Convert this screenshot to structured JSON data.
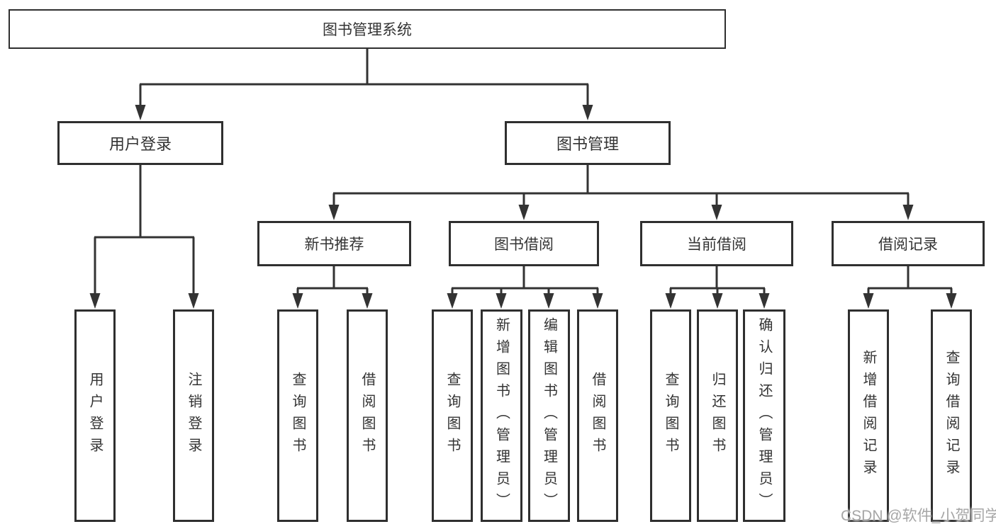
{
  "nodes": {
    "root": {
      "label": "图书管理系统"
    },
    "branches": [
      {
        "label": "用户登录",
        "children": [
          {
            "label": "用户登录"
          },
          {
            "label": "注销登录"
          }
        ]
      },
      {
        "label": "图书管理",
        "sections": [
          {
            "label": "新书推荐",
            "children": [
              {
                "label": "查询图书"
              },
              {
                "label": "借阅图书"
              }
            ]
          },
          {
            "label": "图书借阅",
            "children": [
              {
                "label": "查询图书"
              },
              {
                "label": "新增图书（管理员）"
              },
              {
                "label": "编辑图书（管理员）"
              },
              {
                "label": "借阅图书"
              }
            ]
          },
          {
            "label": "当前借阅",
            "children": [
              {
                "label": "查询图书"
              },
              {
                "label": "归还图书"
              },
              {
                "label": "确认归还（管理员）"
              }
            ]
          },
          {
            "label": "借阅记录",
            "children": [
              {
                "label": "新增借阅记录"
              },
              {
                "label": "查询借阅记录"
              }
            ]
          }
        ]
      }
    ]
  },
  "watermark": {
    "text": "CSDN @软件_小贺同学"
  },
  "colors": {
    "line": "#333333",
    "text": "#333333",
    "background": "#ffffff",
    "watermark": "#a6a6a6"
  }
}
